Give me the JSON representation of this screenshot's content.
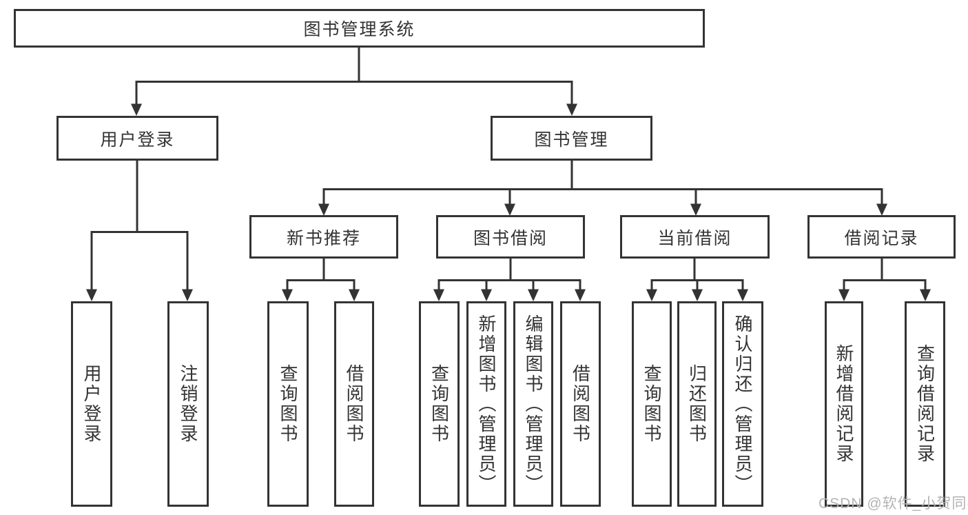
{
  "watermark": "CSDN @软件_小贺同学",
  "colors": {
    "line": "#333333",
    "text": "#333333",
    "box_background": "#ffffff",
    "watermark": "#b3b3b3"
  },
  "tree": {
    "root": {
      "label": "图书管理系统"
    },
    "level2": [
      {
        "label": "用户登录",
        "children": [
          {
            "label": "用户登录"
          },
          {
            "label": "注销登录"
          }
        ]
      },
      {
        "label": "图书管理",
        "children": [
          {
            "label": "新书推荐",
            "children": [
              {
                "label": "查询图书"
              },
              {
                "label": "借阅图书"
              }
            ]
          },
          {
            "label": "图书借阅",
            "children": [
              {
                "label": "查询图书"
              },
              {
                "label": "新增图书（管理员）"
              },
              {
                "label": "编辑图书（管理员）"
              },
              {
                "label": "借阅图书"
              }
            ]
          },
          {
            "label": "当前借阅",
            "children": [
              {
                "label": "查询图书"
              },
              {
                "label": "归还图书"
              },
              {
                "label": "确认归还（管理员）"
              }
            ]
          },
          {
            "label": "借阅记录",
            "children": [
              {
                "label": "新增借阅记录"
              },
              {
                "label": "查询借阅记录"
              }
            ]
          }
        ]
      }
    ]
  }
}
